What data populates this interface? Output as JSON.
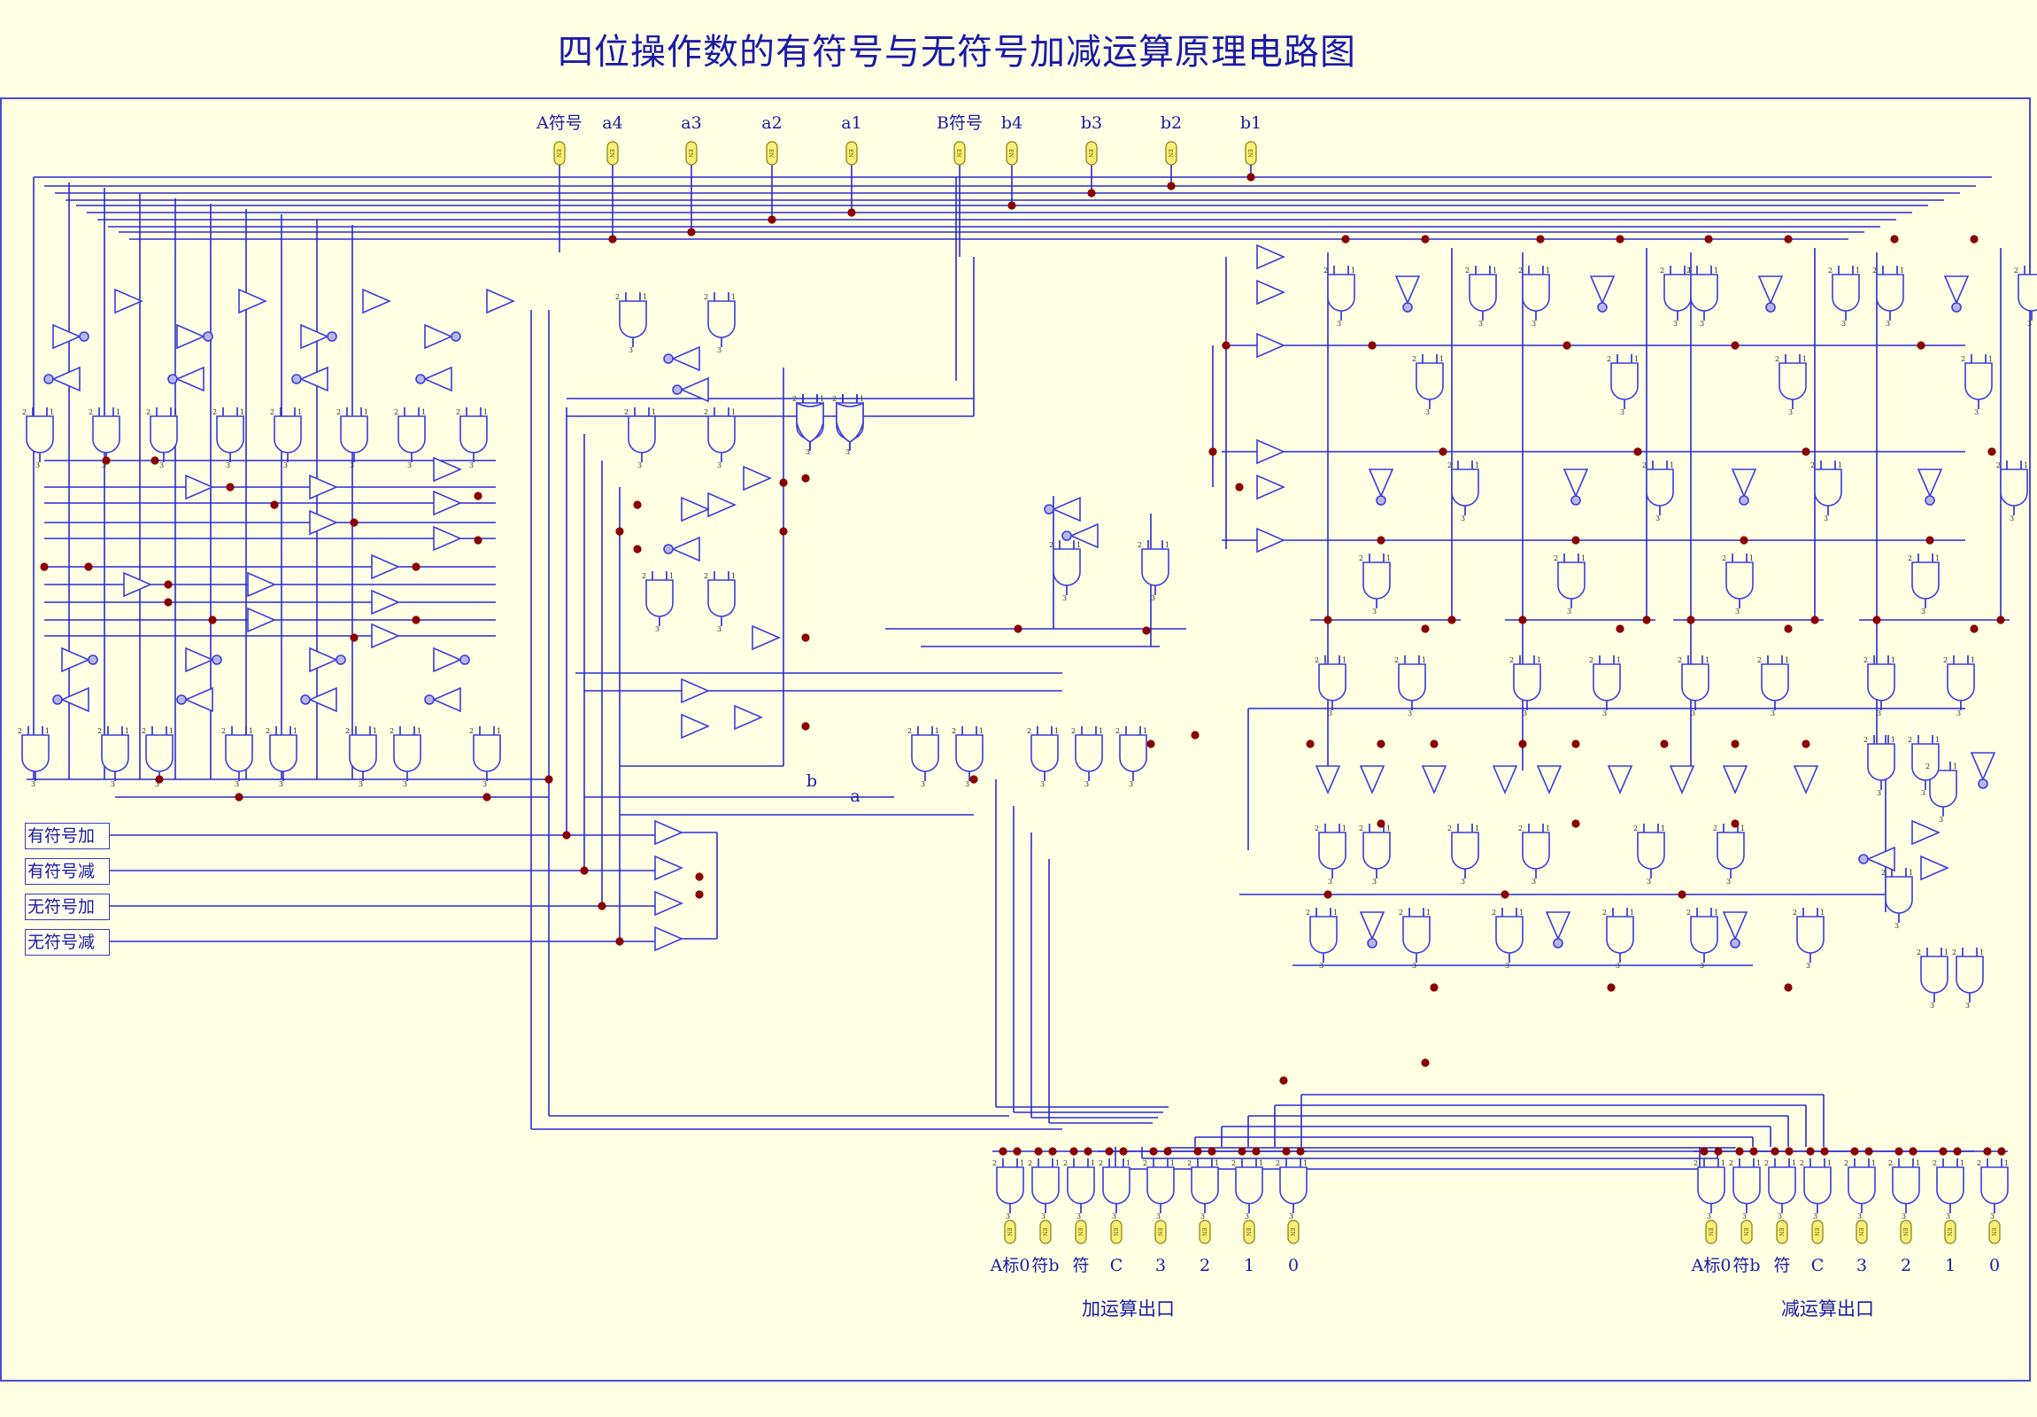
{
  "title": "四位操作数的有符号与无符号加减运算原理电路图",
  "inputs": [
    {
      "label": "A符号"
    },
    {
      "label": "a4"
    },
    {
      "label": "a3"
    },
    {
      "label": "a2"
    },
    {
      "label": "a1"
    },
    {
      "label": "B符号"
    },
    {
      "label": "b4"
    },
    {
      "label": "b3"
    },
    {
      "label": "b2"
    },
    {
      "label": "b1"
    }
  ],
  "controls": [
    {
      "label": "有符号加"
    },
    {
      "label": "有符号减"
    },
    {
      "label": "无符号加"
    },
    {
      "label": "无符号减"
    }
  ],
  "wire_labels": {
    "b": "b",
    "a": "a"
  },
  "add_outputs": {
    "group_label": "加运算出口",
    "pins": [
      "A标0",
      "符b",
      "符",
      "C",
      "3",
      "2",
      "1",
      "0"
    ]
  },
  "sub_outputs": {
    "group_label": "减运算出口",
    "pins": [
      "A标0",
      "符b",
      "符",
      "C",
      "3",
      "2",
      "1",
      "0"
    ]
  },
  "pin_text": "EN",
  "colors": {
    "background": "#ffffe3",
    "wire": "#2a2ad6",
    "gate": "#3c3ce0",
    "junction": "#8b0000",
    "pin_fill": "#f7ef78"
  }
}
